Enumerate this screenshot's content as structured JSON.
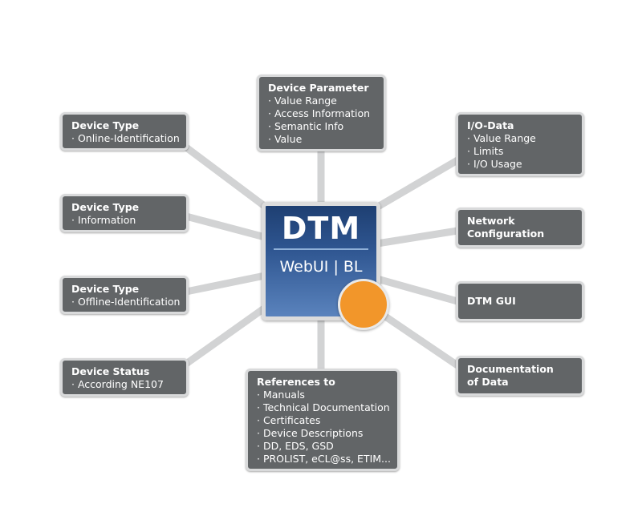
{
  "center": {
    "title": "DTM",
    "subtitle": "WebUI | BL"
  },
  "colors": {
    "box_fill": "#626567",
    "box_border": "#d9dadb",
    "connector": "#d2d3d4",
    "tile_dark": "#1e3f72",
    "tile_light": "#5a83bd",
    "accent": "#f2962a"
  },
  "nodes": {
    "device_parameter": {
      "title": "Device Parameter",
      "items": [
        "· Value Range",
        "· Access Information",
        "· Semantic Info",
        "· Value"
      ]
    },
    "device_type_online": {
      "title": "Device Type",
      "items": [
        "· Online-Identification"
      ]
    },
    "device_type_information": {
      "title": "Device Type",
      "items": [
        "· Information"
      ]
    },
    "device_type_offline": {
      "title": "Device Type",
      "items": [
        "· Offline-Identification"
      ]
    },
    "device_status": {
      "title": "Device Status",
      "items": [
        "· According NE107"
      ]
    },
    "references": {
      "title": "References to",
      "items": [
        "· Manuals",
        "· Technical Documentation",
        "· Certificates",
        "· Device Descriptions",
        "· DD, EDS, GSD",
        "· PROLIST, eCL@ss, ETIM..."
      ]
    },
    "io_data": {
      "title": "I/O-Data",
      "items": [
        "· Value Range",
        "· Limits",
        "· I/O Usage"
      ]
    },
    "network_configuration": {
      "title_lines": [
        "Network",
        "Configuration"
      ]
    },
    "dtm_gui": {
      "title": "DTM GUI"
    },
    "documentation": {
      "title_lines": [
        "Documentation",
        "of Data"
      ]
    }
  }
}
